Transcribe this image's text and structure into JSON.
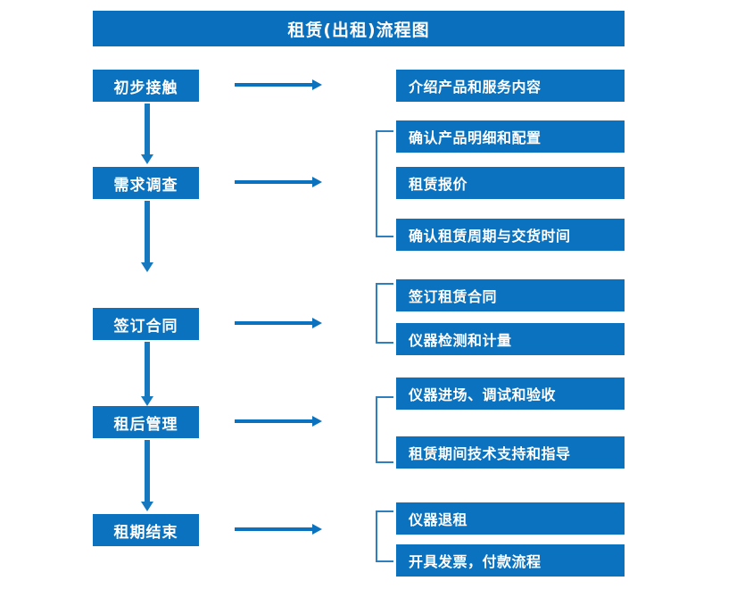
{
  "title": "租赁(出租)流程图",
  "colors": {
    "title_bar": "#0a6fbd",
    "box_fill": "#0a72bf",
    "box_text": "#ffffff",
    "arrow": "#1679c0",
    "bracket": "#2f7fbf",
    "background": "#ffffff"
  },
  "stages": [
    {
      "label": "初步接触"
    },
    {
      "label": "需求调查"
    },
    {
      "label": "签订合同"
    },
    {
      "label": "租后管理"
    },
    {
      "label": "租期结束"
    }
  ],
  "details": {
    "group1": [
      {
        "label": "介绍产品和服务内容"
      }
    ],
    "group2": [
      {
        "label": "确认产品明细和配置"
      },
      {
        "label": "租赁报价"
      },
      {
        "label": "确认租赁周期与交货时间"
      }
    ],
    "group3": [
      {
        "label": "签订租赁合同"
      },
      {
        "label": "仪器检测和计量"
      }
    ],
    "group4": [
      {
        "label": "仪器进场、调试和验收"
      },
      {
        "label": "租赁期间技术支持和指导"
      }
    ],
    "group5": [
      {
        "label": "仪器退租"
      },
      {
        "label": "开具发票，付款流程"
      }
    ]
  },
  "connectors": {
    "right_arrow_icon": "arrow-right-icon",
    "down_arrow_icon": "arrow-down-icon",
    "bracket_icon": "group-bracket-icon"
  }
}
